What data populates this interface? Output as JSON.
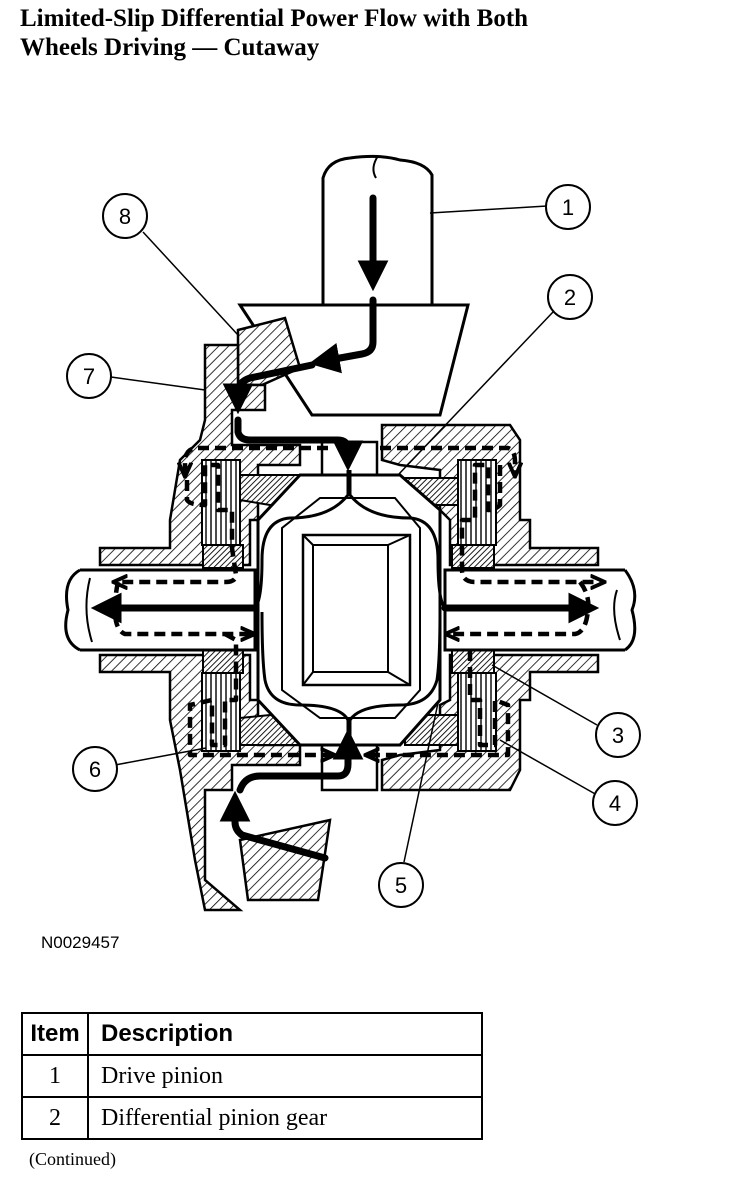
{
  "title": {
    "line1": "Limited-Slip Differential Power Flow with Both",
    "line2": "Wheels Driving — Cutaway"
  },
  "figure_code": "N0029457",
  "callouts": [
    {
      "label": "1"
    },
    {
      "label": "2"
    },
    {
      "label": "3"
    },
    {
      "label": "4"
    },
    {
      "label": "5"
    },
    {
      "label": "6"
    },
    {
      "label": "7"
    },
    {
      "label": "8"
    }
  ],
  "table": {
    "headers": [
      "Item",
      "Description"
    ],
    "rows": [
      {
        "item": "1",
        "description": "Drive pinion"
      },
      {
        "item": "2",
        "description": "Differential pinion gear"
      }
    ]
  },
  "continued": "(Continued)"
}
